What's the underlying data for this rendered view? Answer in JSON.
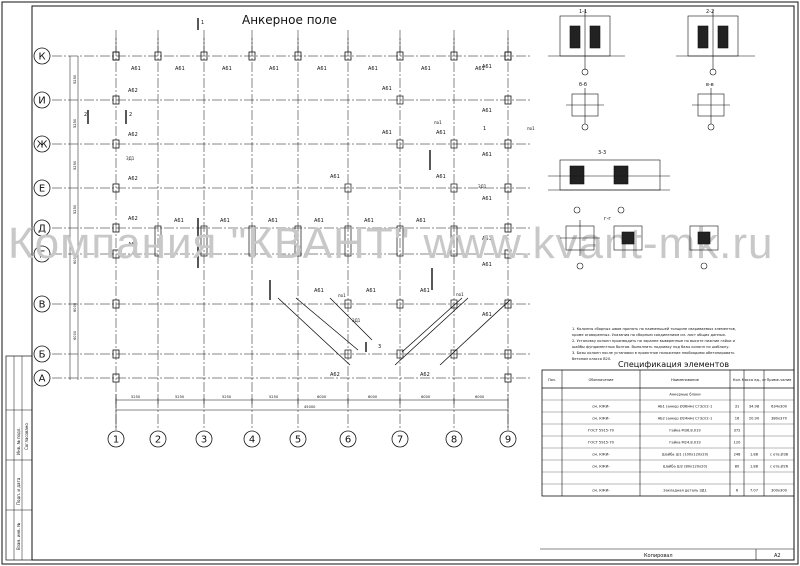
{
  "sheet": {
    "title": "Анкерное поле",
    "watermark": "Компания \"КВАНТ\" www.kvant-mk.ru",
    "sheet_format": "А2",
    "copied_label": "Копировал",
    "inventory_label": "Взам. инв. №"
  },
  "axes": {
    "rows": [
      "К",
      "И",
      "Ж",
      "Е",
      "Д",
      "Г",
      "В",
      "Б",
      "А"
    ],
    "cols": [
      "1",
      "2",
      "3",
      "4",
      "5",
      "6",
      "7",
      "8",
      "9"
    ]
  },
  "dimensions": {
    "bay_labels": [
      "5250",
      "5250",
      "5250",
      "5250",
      "6000",
      "6000",
      "6000",
      "6000"
    ],
    "total": "45000",
    "row_spacings": [
      "5250",
      "5250",
      "5250",
      "5250",
      "6000",
      "6000",
      "6000"
    ],
    "small": [
      "225",
      "90",
      "700",
      "380"
    ]
  },
  "mark_labels": {
    "a61": "А61",
    "a62": "А62",
    "zd1": "ЗД1",
    "po1": "по1"
  },
  "section_marks": {
    "s1": "1",
    "s2": "2",
    "s3": "3",
    "sec11": "1-1",
    "sec22": "2-2",
    "sec33": "3-3",
    "secbb": "б-б",
    "secvv": "в-в",
    "secgg": "г-г"
  },
  "notes": [
    "1. Колонны сборных швов принять по наименьшей толщине свариваемых элементов,",
    "кроме оговоренных. Указания по сборным соединениям см. лист общих данных.",
    "2. Установку колонн производить на заранее выверенные по высоте нижние гайки и",
    "шайбы фундаментных болтов. Выполнить подливку под базы колонн по шаблону.",
    "3. Базы колонн после установки в проектное положение необходимо обетонировать",
    "бетоном класса В20."
  ],
  "spec": {
    "title": "Спецификация элементов",
    "headers": [
      "Поз.",
      "Обозначение",
      "Наименование",
      "Кол.",
      "Масса ед., кг",
      "Приме-чание"
    ],
    "rows": [
      [
        "",
        "",
        "Анкерные блоки",
        "",
        "",
        ""
      ],
      [
        "",
        "см. КЖИ-",
        "АБ1 (анкер Ø36мм)  Ст3сп2-1",
        "31",
        "34.98",
        "634х300"
      ],
      [
        "",
        "см. КЖИ-",
        "АБ2 (анкер Ø24мм)  Ст3сп2-1",
        "16",
        "20.90",
        "380х370"
      ],
      [
        "",
        "ГОСТ 5915-70",
        "Гайка М36.8.019",
        "372",
        "",
        ""
      ],
      [
        "",
        "ГОСТ 5915-70",
        "Гайка М24.8.019",
        "120",
        "",
        ""
      ],
      [
        "",
        "см. КЖИ-",
        "Шайба Ш1 (100х120х20)",
        "248",
        "1.88",
        "с отв.Ø38"
      ],
      [
        "",
        "см. КЖИ-",
        "Шайба Ш2 (80х120х20)",
        "80",
        "1.88",
        "с отв.Ø26"
      ],
      [
        "",
        "",
        "",
        "",
        "",
        ""
      ],
      [
        "",
        "см. КЖИ-",
        "Закладная деталь ЗД1",
        "6",
        "7.07",
        "300х300"
      ]
    ]
  },
  "stamp_labels": [
    "Взам. инв. №",
    "Подп. и дата",
    "Инв. № подл.",
    "Согласовано"
  ]
}
